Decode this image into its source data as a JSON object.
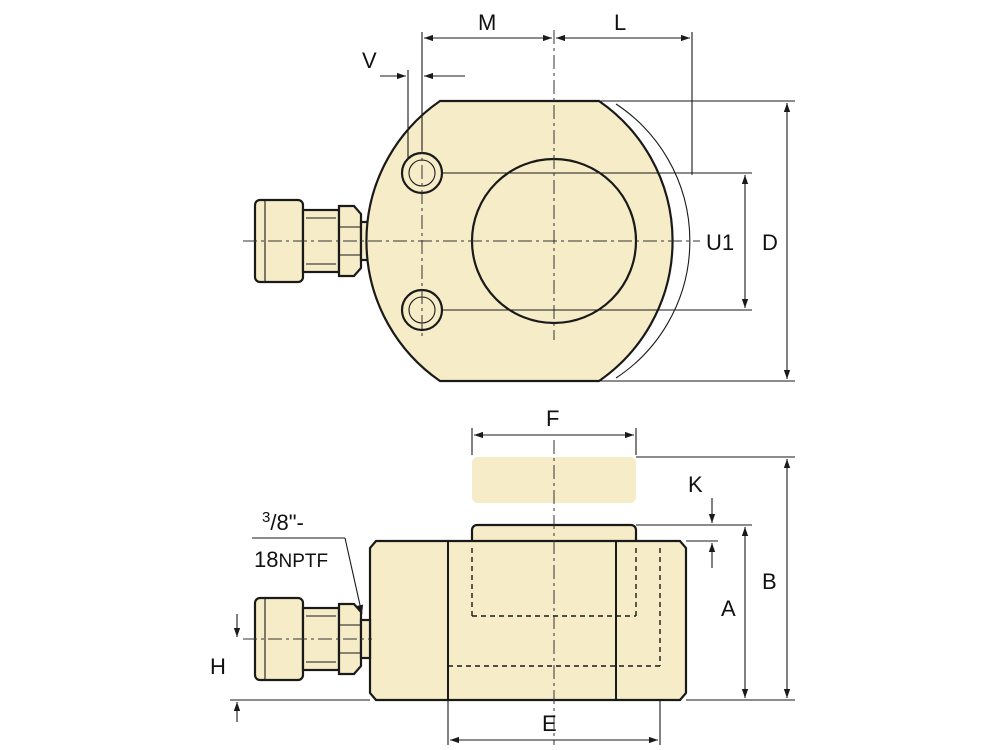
{
  "diagram": {
    "top_view": {
      "dimensions": {
        "M": "M",
        "L": "L",
        "V": "V",
        "U1": "U1",
        "D": "D"
      }
    },
    "side_view": {
      "dimensions": {
        "F": "F",
        "K": "K",
        "A": "A",
        "B": "B",
        "E": "E",
        "H": "H"
      },
      "port_label": {
        "line1_num": "3",
        "line1_rest": "/8\"-",
        "line2_num": "18",
        "line2_rest": "NPTF"
      }
    },
    "colors": {
      "body_fill": "#f7ecc8",
      "outline": "#1a1a1a"
    }
  }
}
